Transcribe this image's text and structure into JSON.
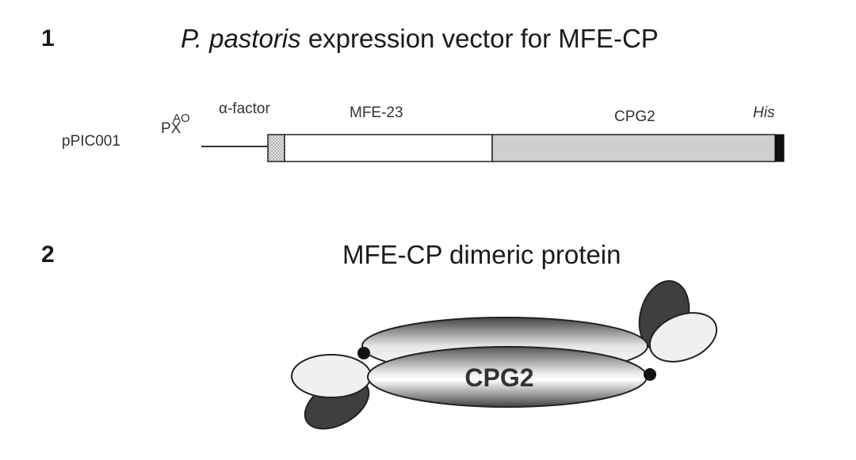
{
  "panel1": {
    "number": "1",
    "title_species": "P. pastoris",
    "title_rest": " expression vector for MFE-CP",
    "vector_name": "pPIC001",
    "promoter_main": "PX",
    "promoter_super": "AO",
    "segments": {
      "alpha_factor": "α-factor",
      "mfe23": "MFE-23",
      "cpg2": "CPG2",
      "his": "His"
    }
  },
  "panel2": {
    "number": "2",
    "title": "MFE-CP dimeric protein",
    "center_label": "CPG2"
  },
  "colors": {
    "cpg2_segment": "#cfcfcf",
    "dark_domain": "#3f3f3f",
    "light_domain": "#f0f0f0"
  }
}
